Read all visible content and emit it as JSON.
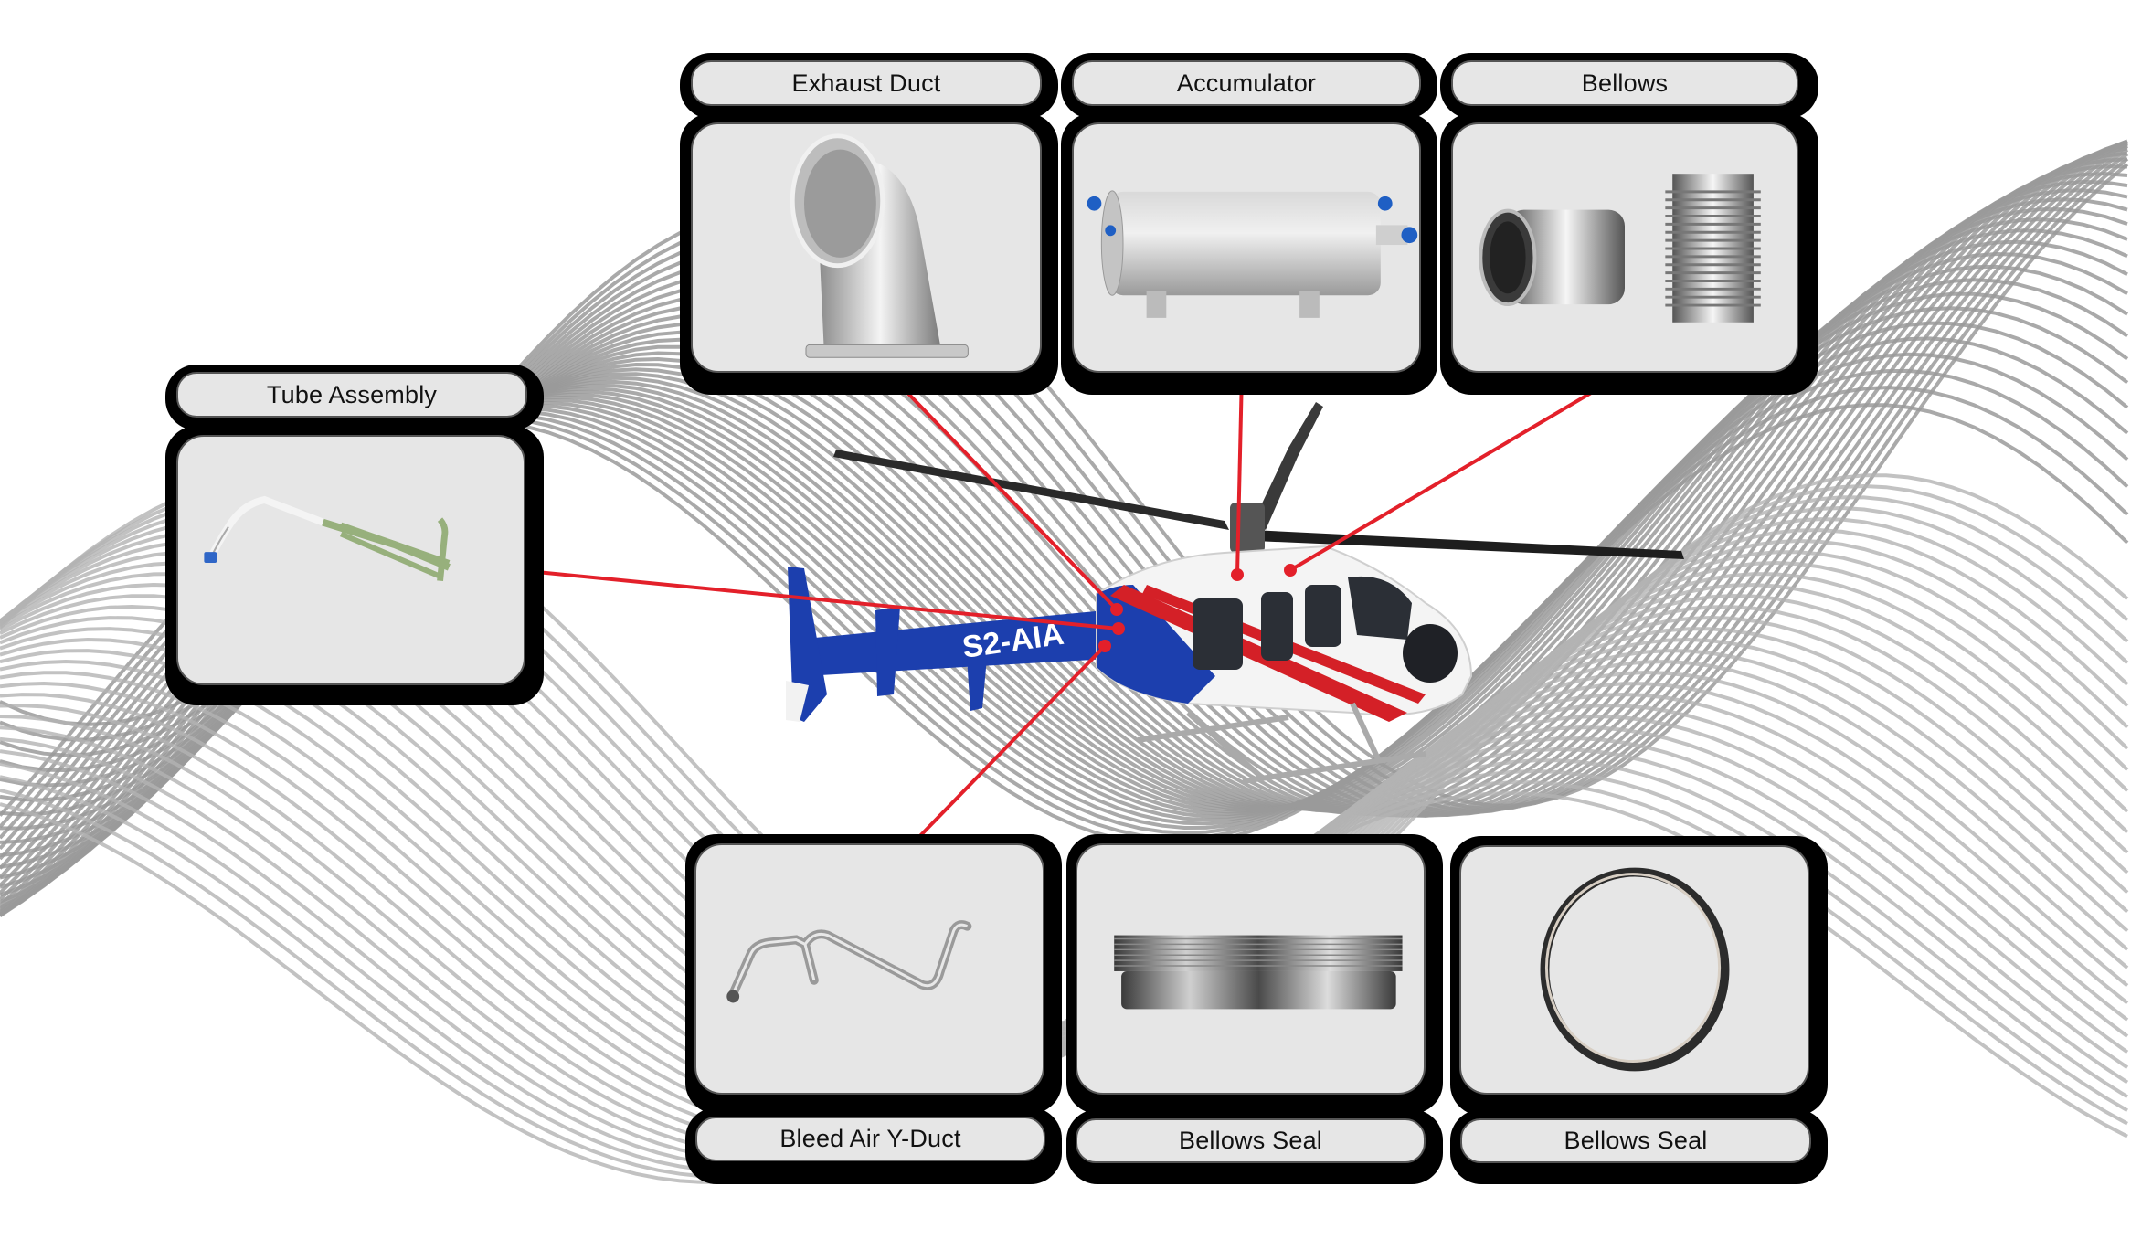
{
  "colors": {
    "leader_line": "#e3202a",
    "card_fill": "#e6e6e6",
    "card_shadow": "#000000",
    "wave_lines": "#9a9a9a",
    "helicopter_blue": "#1c3fae",
    "helicopter_white": "#f4f4f4"
  },
  "helicopter": {
    "registration": "S2-AIA"
  },
  "components": [
    {
      "id": "exhaust-duct",
      "label": "Exhaust Duct",
      "icon": "exhaust-duct-elbow-icon"
    },
    {
      "id": "accumulator",
      "label": "Accumulator",
      "icon": "accumulator-cylinder-icon"
    },
    {
      "id": "bellows",
      "label": "Bellows",
      "icon": "metal-bellows-icon"
    },
    {
      "id": "tube-assembly",
      "label": "Tube Assembly",
      "icon": "tube-assembly-icon"
    },
    {
      "id": "bleed-air-y-duct",
      "label": "Bleed Air Y-Duct",
      "icon": "bleed-air-duct-icon"
    },
    {
      "id": "bellows-seal-1",
      "label": "Bellows Seal",
      "icon": "bellows-seal-cylinder-icon"
    },
    {
      "id": "bellows-seal-2",
      "label": "Bellows Seal",
      "icon": "bellows-seal-ring-icon"
    }
  ]
}
